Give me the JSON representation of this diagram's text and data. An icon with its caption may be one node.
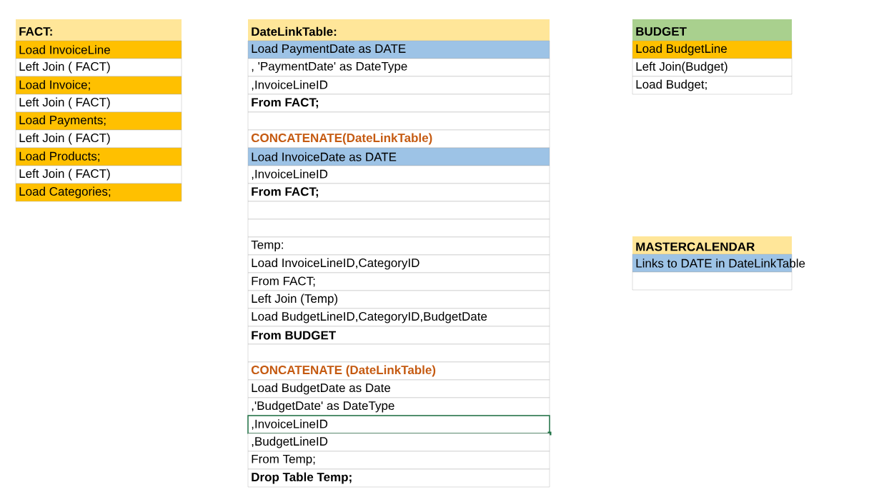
{
  "diagram": {
    "nodes": [
      {
        "text": [
          "FACT:"
        ]
      },
      {
        "text": [
          "Load InvoiceLine"
        ]
      },
      {
        "text": [
          "Left Join ( FACT)"
        ]
      },
      {
        "text": [
          "Load Invoice;"
        ]
      },
      {
        "text": [
          "Left Join ( FACT)"
        ]
      },
      {
        "text": [
          "Load Payments;"
        ]
      },
      {
        "text": [
          "Left Join ( FACT)"
        ]
      },
      {
        "text": [
          "Load Products;"
        ]
      },
      {
        "text": [
          "Left Join ( FACT)"
        ]
      },
      {
        "text": [
          "Load Categories;"
        ]
      },
      {
        "text": [
          "DateLinkTable:"
        ]
      },
      {
        "text": [
          "Load PaymentDate as DATE"
        ]
      },
      {
        "text": [
          ", 'PaymentDate' as DateType"
        ]
      },
      {
        "text": [
          ",InvoiceLineID"
        ]
      },
      {
        "text": [
          "From FACT;"
        ]
      },
      {
        "text": [],
        "shape": "box"
      },
      {
        "text": [
          "CONCATENATE(DateLinkTable)"
        ]
      },
      {
        "text": [
          "Load InvoiceDate as DATE"
        ]
      },
      {
        "text": [
          ",InvoiceLineID"
        ]
      },
      {
        "text": [
          "From FACT;"
        ]
      },
      {
        "text": [],
        "shape": "box"
      },
      {
        "text": [],
        "shape": "box"
      },
      {
        "text": [
          "Temp:"
        ]
      },
      {
        "text": [
          "Load InvoiceLineID,CategoryID"
        ]
      },
      {
        "text": [
          "From FACT;"
        ]
      },
      {
        "text": [
          "Left Join (Temp)"
        ]
      },
      {
        "text": [
          "Load BudgetLineID,CategoryID,BudgetDate"
        ]
      },
      {
        "text": [
          "From BUDGET"
        ]
      },
      {
        "text": [],
        "shape": "box"
      },
      {
        "text": [
          "CONCATENATE (DateLinkTable)"
        ]
      },
      {
        "text": [
          "Load BudgetDate as Date"
        ]
      },
      {
        "text": [
          ",'BudgetDate' as DateType"
        ]
      },
      {
        "text": [
          ",InvoiceLineID"
        ]
      },
      {
        "text": [
          ",BudgetLineID"
        ]
      },
      {
        "text": [
          "From Temp;"
        ]
      },
      {
        "text": [
          "Drop Table Temp;"
        ]
      },
      {
        "text": [
          "BUDGET"
        ]
      },
      {
        "text": [
          "Load BudgetLine"
        ]
      },
      {
        "text": [
          "Left Join(Budget)"
        ]
      },
      {
        "text": [
          "Load Budget;"
        ]
      },
      {
        "text": [
          "MASTERCALENDAR"
        ]
      },
      {
        "text": [
          "Links to DATE in DateLinkTable"
        ]
      },
      {
        "text": [],
        "shape": "box"
      }
    ]
  }
}
